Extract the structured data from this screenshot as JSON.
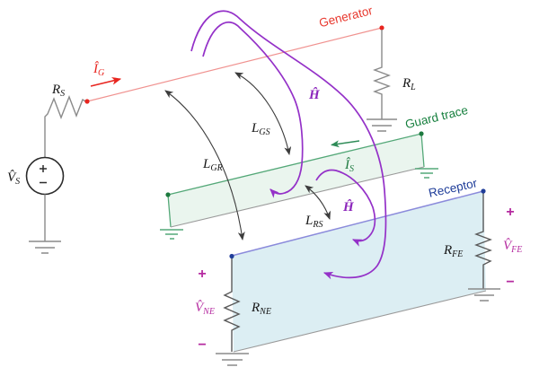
{
  "diagram": "crosstalk-guard-trace-coupling",
  "colors": {
    "generator_red": "#e8392f",
    "generator_line": "#f09390",
    "guard_green": "#1d7a3f",
    "guard_fill": "#eaf5ee",
    "receptor_blue": "#1f3d99",
    "receptor_fill": "#dceef3",
    "field_purple": "#9431c8",
    "voltage_magenta": "#b52ba0"
  },
  "labels": {
    "generator": "Generator",
    "guard_trace": "Guard trace",
    "receptor": "Receptor",
    "vs": {
      "main": "V̂",
      "sub": "S"
    },
    "rs": {
      "main": "R",
      "sub": "S"
    },
    "ig": {
      "main": "Î",
      "sub": "G"
    },
    "rl": {
      "main": "R",
      "sub": "L"
    },
    "is": {
      "main": "Î",
      "sub": "S"
    },
    "lgs": {
      "main": "L",
      "sub": "GS"
    },
    "lgr": {
      "main": "L",
      "sub": "GR"
    },
    "lrs": {
      "main": "L",
      "sub": "RS"
    },
    "h": "Ĥ",
    "rne": {
      "main": "R",
      "sub": "NE"
    },
    "rfe": {
      "main": "R",
      "sub": "FE"
    },
    "vne": {
      "main": "V̂",
      "sub": "NE"
    },
    "vfe": {
      "main": "V̂",
      "sub": "FE"
    },
    "plus": "+",
    "minus": "−"
  }
}
